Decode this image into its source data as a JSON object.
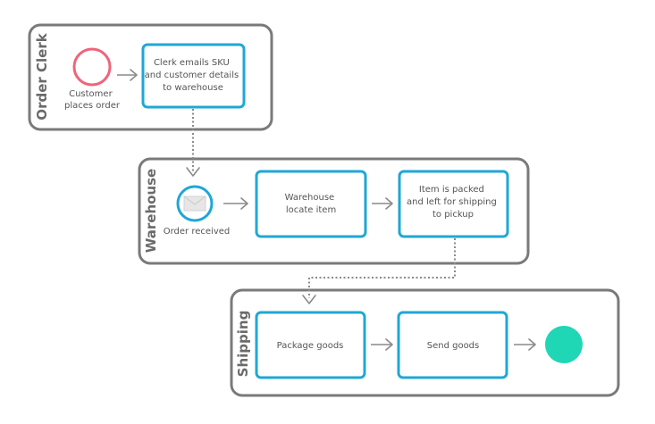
{
  "lanes": {
    "order_clerk": "Order Clerk",
    "warehouse": "Warehouse",
    "shipping": "Shipping"
  },
  "events": {
    "start": [
      "Customer",
      "places order"
    ],
    "message": [
      "Order received"
    ]
  },
  "tasks": {
    "clerk_email": [
      "Clerk emails SKU",
      "and customer details",
      "to warehouse"
    ],
    "locate_item": [
      "Warehouse",
      "locate item"
    ],
    "pack_item": [
      "Item is packed",
      "and left for shipping",
      "to pickup"
    ],
    "package_goods": [
      "Package goods"
    ],
    "send_goods": [
      "Send goods"
    ]
  },
  "colors": {
    "pool_border": "#7a7a7a",
    "task_border": "#1fa7d6",
    "start_event": "#f0647a",
    "end_event": "#1fd6b5",
    "message_event_border": "#1fa7d6",
    "connector": "#8a8a8a"
  },
  "icons": {
    "message": "envelope-icon"
  }
}
